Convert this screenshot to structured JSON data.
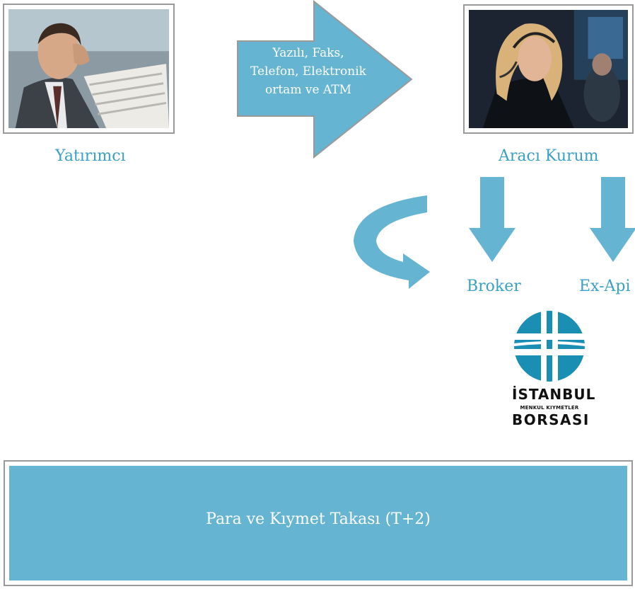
{
  "colors": {
    "accent": "#65b4d2",
    "caption": "#3aa0c4",
    "frame": "#9a9a9a",
    "logo_blue": "#1a8fb3"
  },
  "nodes": {
    "investor": "Yatırımcı",
    "intermediary": "Aracı Kurum",
    "broker": "Broker",
    "exapi": "Ex-Api"
  },
  "channel": {
    "line1": "Yazılı, Faks,",
    "line2": "Telefon, Elektronik",
    "line3": "ortam ve ATM"
  },
  "logo": {
    "line1": "İSTANBUL",
    "line2": "MENKUL KIYMETLER",
    "line3": "BORSASI"
  },
  "settlement": {
    "label": "Para ve Kıymet Takası (T+2)"
  }
}
